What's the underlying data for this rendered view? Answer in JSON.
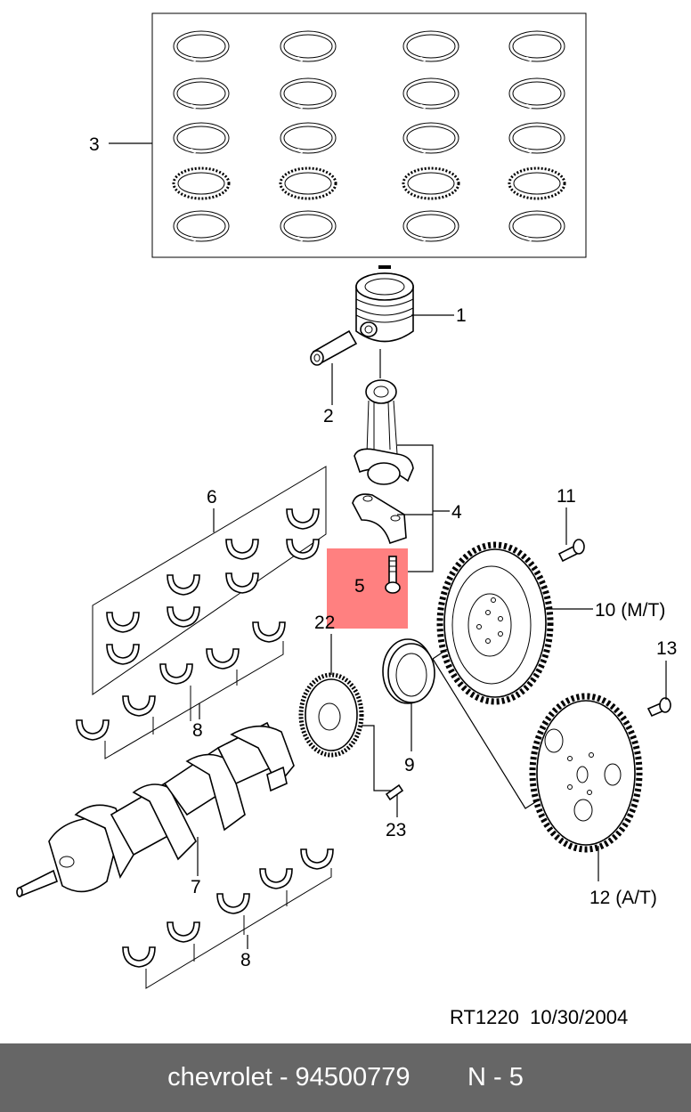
{
  "labels": {
    "l1": "1",
    "l2": "2",
    "l3": "3",
    "l4": "4",
    "l5": "5",
    "l6": "6",
    "l7": "7",
    "l8a": "8",
    "l8b": "8",
    "l9": "9",
    "l10": "10 (M/T)",
    "l11": "11",
    "l12": "12 (A/T)",
    "l13": "13",
    "l22": "22",
    "l23": "23"
  },
  "ref": {
    "code": "RT1220",
    "date": "10/30/2004"
  },
  "footer": {
    "text": "chevrolet - 94500779",
    "page": "N - 5"
  },
  "colors": {
    "highlight": "#ff8080",
    "footer_bg": "#666666",
    "footer_text": "#ffffff"
  }
}
